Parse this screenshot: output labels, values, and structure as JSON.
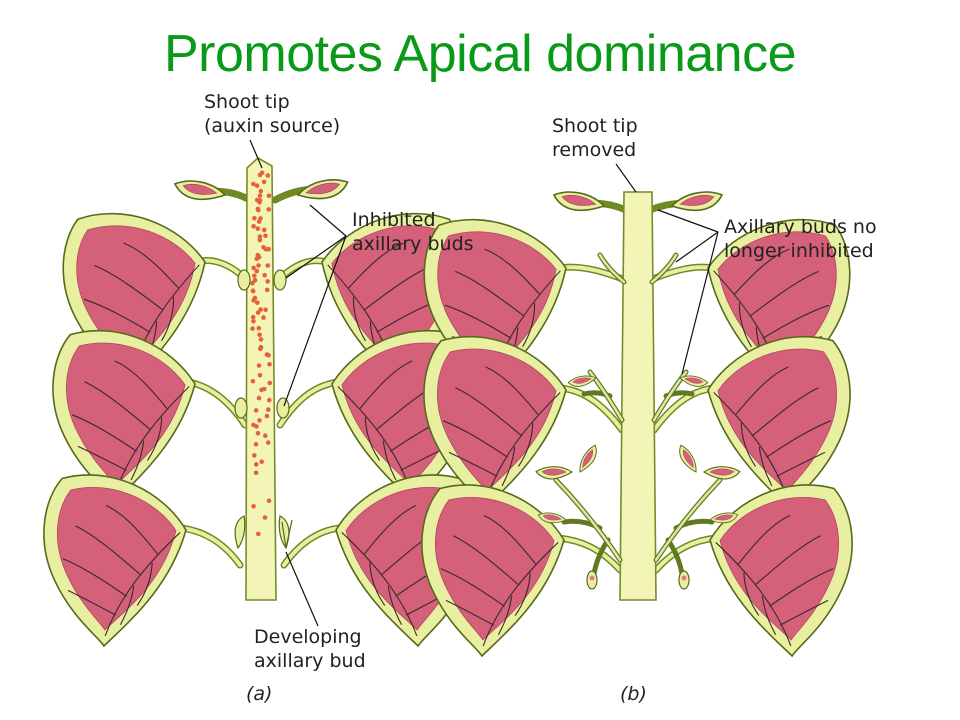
{
  "title": "Promotes Apical dominance",
  "panel_a": {
    "caption": "(a)",
    "label_shoot_tip_line1": "Shoot tip",
    "label_shoot_tip_line2": "(auxin source)",
    "label_inhibited_line1": "Inhibited",
    "label_inhibited_line2": "axillary buds",
    "label_developing_line1": "Developing",
    "label_developing_line2": "axillary bud"
  },
  "panel_b": {
    "caption": "(b)",
    "label_removed_line1": "Shoot tip",
    "label_removed_line2": "removed",
    "label_no_longer_line1": "Axillary buds no",
    "label_no_longer_line2": "longer inhibited"
  },
  "colors": {
    "title": "#0a9a1a",
    "stem": "#f2f5b6",
    "leaf_margin": "#e9efa0",
    "leaf_center": "#d4607a",
    "auxin_dots": "#e8603a"
  }
}
